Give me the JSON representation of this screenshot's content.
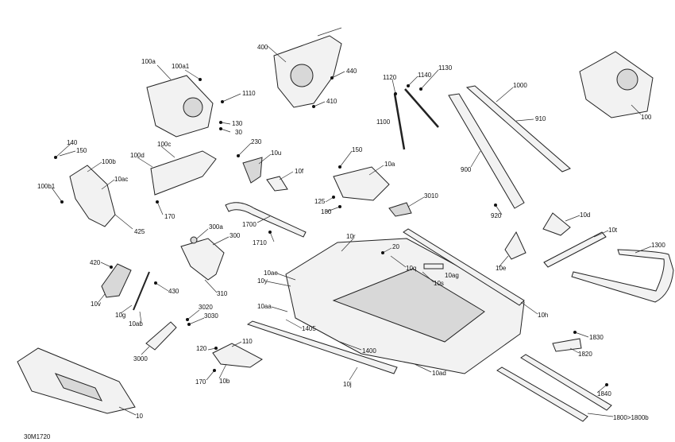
{
  "diagram": {
    "labels": [
      "100a",
      "100a1",
      "1110",
      "130",
      "30",
      "400",
      "440",
      "410",
      "1120",
      "1140",
      "1130",
      "1100",
      "1000",
      "910",
      "900",
      "920",
      "100",
      "140",
      "150",
      "100b",
      "100d",
      "100c",
      "10ac",
      "100b1",
      "425",
      "170",
      "230",
      "10u",
      "10f",
      "150",
      "10a",
      "125",
      "180",
      "3010",
      "1700",
      "1710",
      "300a",
      "300",
      "310",
      "10r",
      "20",
      "10q",
      "10ag",
      "10s",
      "10h",
      "10d",
      "10t",
      "1300",
      "10e",
      "420",
      "10v",
      "430",
      "10g",
      "10ab",
      "10ae",
      "10y",
      "10aa",
      "1405",
      "1400",
      "10j",
      "10ad",
      "3020",
      "3030",
      "3000",
      "120",
      "110",
      "170",
      "10b",
      "1830",
      "1820",
      "1840",
      "1800>1800b",
      "10"
    ],
    "code": "30M1720"
  }
}
